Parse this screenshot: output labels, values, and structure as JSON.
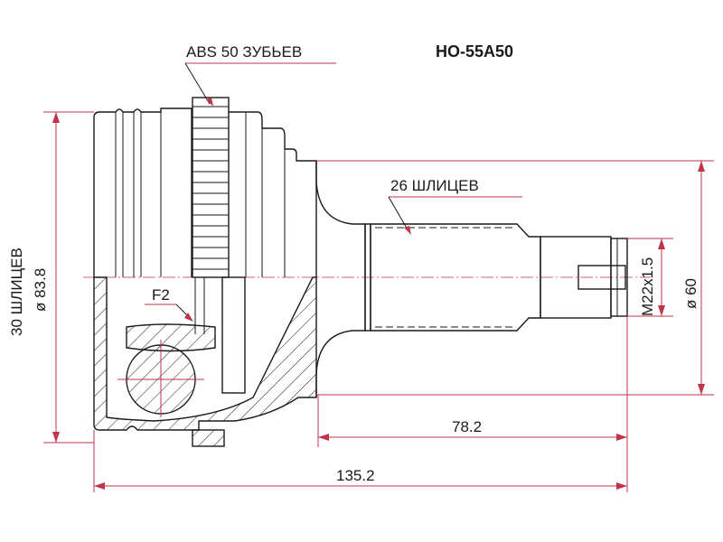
{
  "drawing": {
    "part_number": "HO-55A50",
    "abs_label": "ABS 50 ЗУБЬЕВ",
    "spline_shaft_label": "26 ШЛИЦЕВ",
    "spline_inner_label": "30 ШЛИЦЕВ",
    "outer_diameter_label": "ø 83.8",
    "thread_label": "M22x1.5",
    "shaft_diameter_label": "ø 60",
    "f2_label": "F2",
    "length_shaft_label": "78.2",
    "length_total_label": "135.2"
  },
  "colors": {
    "line": "#1a1a1a",
    "dimension": "#c0334a",
    "background": "#ffffff"
  }
}
